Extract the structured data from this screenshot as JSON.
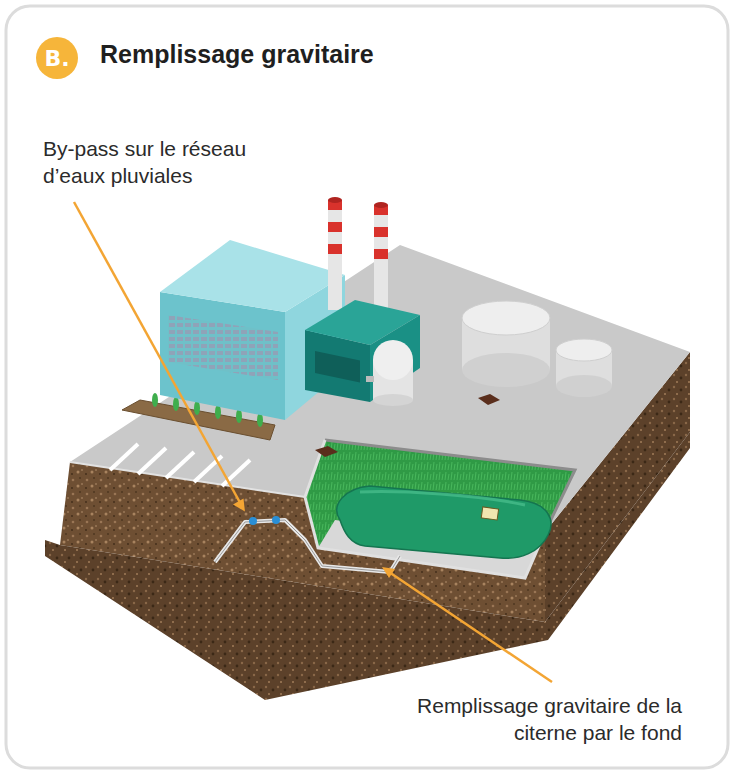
{
  "diagram": {
    "title": "Remplissage gravitaire",
    "nodes": [
      {
        "text": [
          "B."
        ]
      }
    ],
    "labels": [
      "By-pass sur le réseau d’eaux pluviales",
      "Remplissage gravitaire de la citerne par le fond"
    ]
  }
}
